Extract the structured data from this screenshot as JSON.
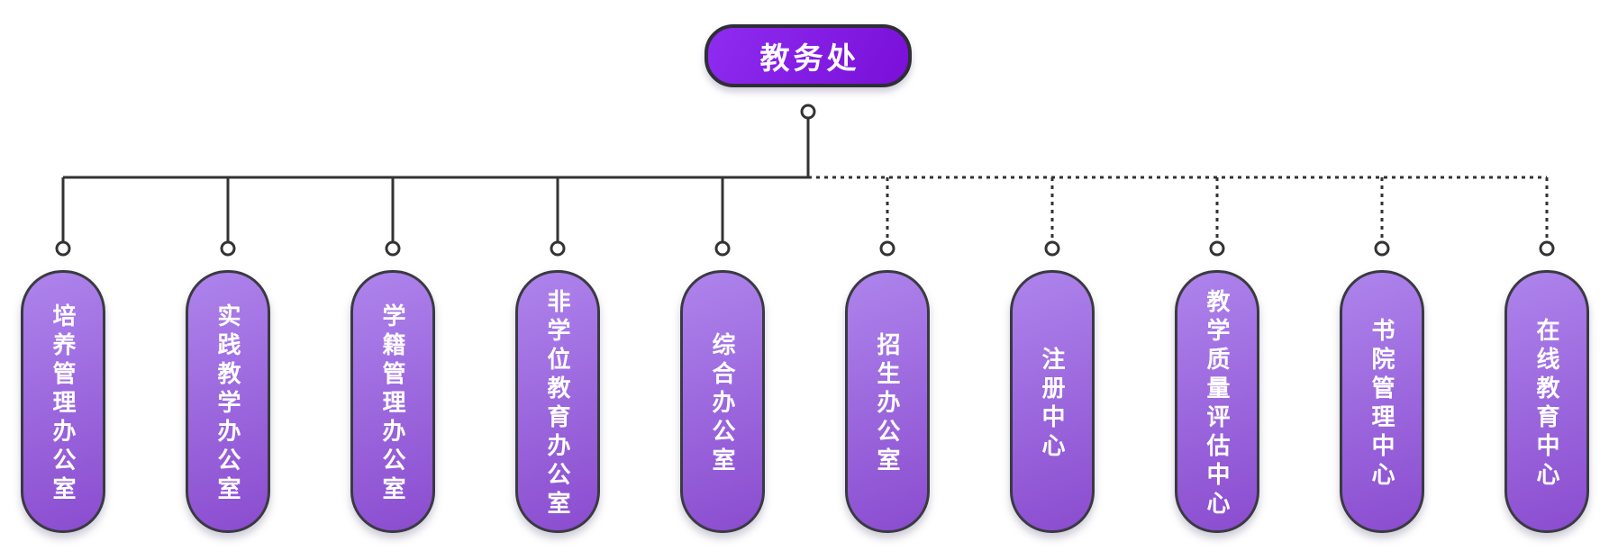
{
  "diagram": {
    "type": "org-chart",
    "root": {
      "label": "教务处"
    },
    "children": [
      {
        "label": "培养管理办公室",
        "connector": "solid"
      },
      {
        "label": "实践教学办公室",
        "connector": "solid"
      },
      {
        "label": "学籍管理办公室",
        "connector": "solid"
      },
      {
        "label": "非学位教育办公室",
        "connector": "solid"
      },
      {
        "label": "综合办公室",
        "connector": "solid"
      },
      {
        "label": "招生办公室",
        "connector": "dotted"
      },
      {
        "label": "注册中心",
        "connector": "dotted"
      },
      {
        "label": "教学质量评估中心",
        "connector": "dotted"
      },
      {
        "label": "书院管理中心",
        "connector": "dotted"
      },
      {
        "label": "在线教育中心",
        "connector": "dotted"
      }
    ],
    "colors": {
      "root_gradient_start": "#8e2cf0",
      "root_gradient_end": "#7a0fd8",
      "child_gradient_start": "#ae84ec",
      "child_gradient_end": "#8a4ccf",
      "line": "#333333",
      "node_border": "#3a3a42",
      "text": "#ffffff",
      "background": "#ffffff"
    }
  }
}
